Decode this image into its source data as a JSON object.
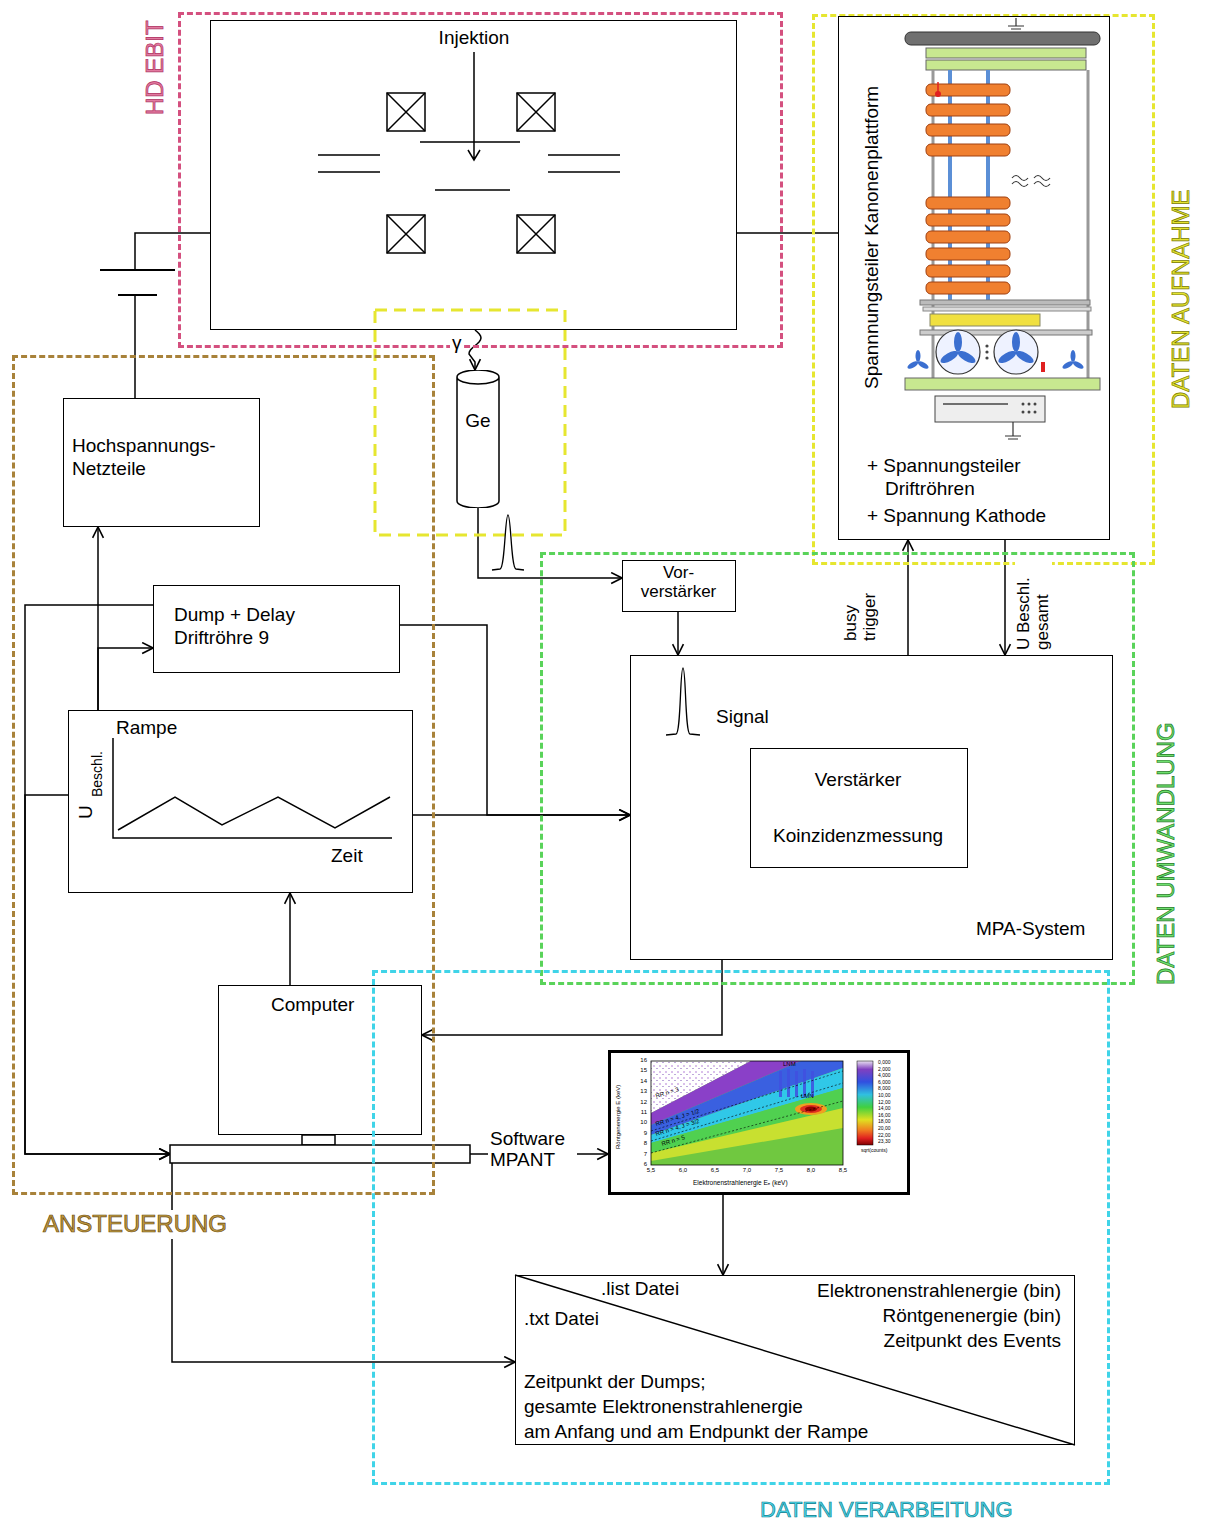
{
  "diagram": {
    "nodes": [
      {
        "text": [
          "HD EBIT"
        ]
      },
      {
        "text": [
          "Injektion"
        ],
        "in": 0
      },
      {
        "text": [
          "DATEN AUFNAHME"
        ]
      },
      {
        "text": [
          "Spannnungsteiler Kanonenplattform",
          "+ Spannungsteiler Driftröhren",
          "+ Spannung Kathode"
        ],
        "in": 2
      },
      {
        "text": [
          "ANSTEUERUNG"
        ]
      },
      {
        "text": [
          "Hochspannungs- Netzteile"
        ],
        "in": 4
      },
      {
        "text": [
          "Ge"
        ]
      },
      {
        "text": [
          "Dump + Delay Driftröhre 9"
        ],
        "in": 4
      },
      {
        "text": [
          "Rampe",
          "U",
          "Beschl.",
          "Zeit"
        ],
        "in": 4
      },
      {
        "text": [
          "DATEN UMWANDLUNG"
        ]
      },
      {
        "text": [
          "Vor- verstärker"
        ],
        "in": 9
      },
      {
        "text": [
          "Signal",
          "MPA-System"
        ],
        "in": 9
      },
      {
        "text": [
          "Verstärker",
          "Koinzidenzmessung"
        ],
        "in": 11
      },
      {
        "text": [
          "Computer"
        ],
        "in": 4
      },
      {
        "text": [
          "DATEN VERARBEITUNG"
        ]
      },
      {
        "text": [
          "Röntgenenergie E (keV)",
          "Elektronenstrahlenergie Eₑ (keV)",
          "6",
          "7",
          "8",
          "9",
          "10",
          "11",
          "12",
          "13",
          "14",
          "15",
          "16",
          "5,5",
          "6,0",
          "6,5",
          "7,0",
          "7,5",
          "8,0",
          "8,5",
          "0,000",
          "2,000",
          "4,000",
          "6,000",
          "8,000",
          "10,00",
          "12,00",
          "14,00",
          "16,00",
          "18,00",
          "20,00",
          "22,00",
          "23,30",
          "sqrt(counts)",
          "RR n = 3",
          "LNM",
          "LMN",
          "RR n = 4, J = 1/2",
          "RR n = 4, J = 3/2",
          "RR n = 5"
        ],
        "in": 14
      },
      {
        "text": [
          ".list Datei",
          ".txt Datei",
          "Elektronenstrahlenergie (bin)",
          "Röntgenenergie (bin)",
          "Zeitpunkt des Events",
          "Zeitpunkt der Dumps;",
          "gesamte Elektronenstrahlenergie",
          "am Anfang und am Endpunkt der Rampe"
        ],
        "in": 14
      }
    ],
    "edges": [
      {
        "from": 5,
        "to": 1,
        "arrow": "none"
      },
      {
        "from": 1,
        "to": 3,
        "arrow": "none"
      },
      {
        "from": 1,
        "to": 6,
        "arrow": "to",
        "label": "γ"
      },
      {
        "from": 6,
        "to": 10,
        "arrow": "to"
      },
      {
        "from": 10,
        "to": 11,
        "arrow": "to"
      },
      {
        "from": 11,
        "to": 3,
        "arrow": "to",
        "label": "busy trigger"
      },
      {
        "from": 3,
        "to": 11,
        "arrow": "to",
        "label": "U Beschl. gesamt"
      },
      {
        "from": 7,
        "to": 11,
        "arrow": "to"
      },
      {
        "from": 8,
        "to": 11,
        "arrow": "to"
      },
      {
        "from": 8,
        "to": 5,
        "arrow": "to"
      },
      {
        "from": 8,
        "to": 7,
        "arrow": "to"
      },
      {
        "from": 7,
        "to": 13,
        "arrow": "to"
      },
      {
        "from": 8,
        "to": 13,
        "arrow": "to"
      },
      {
        "from": 13,
        "to": 8,
        "arrow": "to"
      },
      {
        "from": 11,
        "to": 13,
        "arrow": "to"
      },
      {
        "from": 13,
        "to": 15,
        "arrow": "to",
        "label": "Software MPANT"
      },
      {
        "from": 15,
        "to": 16,
        "arrow": "to"
      },
      {
        "from": 13,
        "to": 16,
        "arrow": "to"
      }
    ]
  }
}
